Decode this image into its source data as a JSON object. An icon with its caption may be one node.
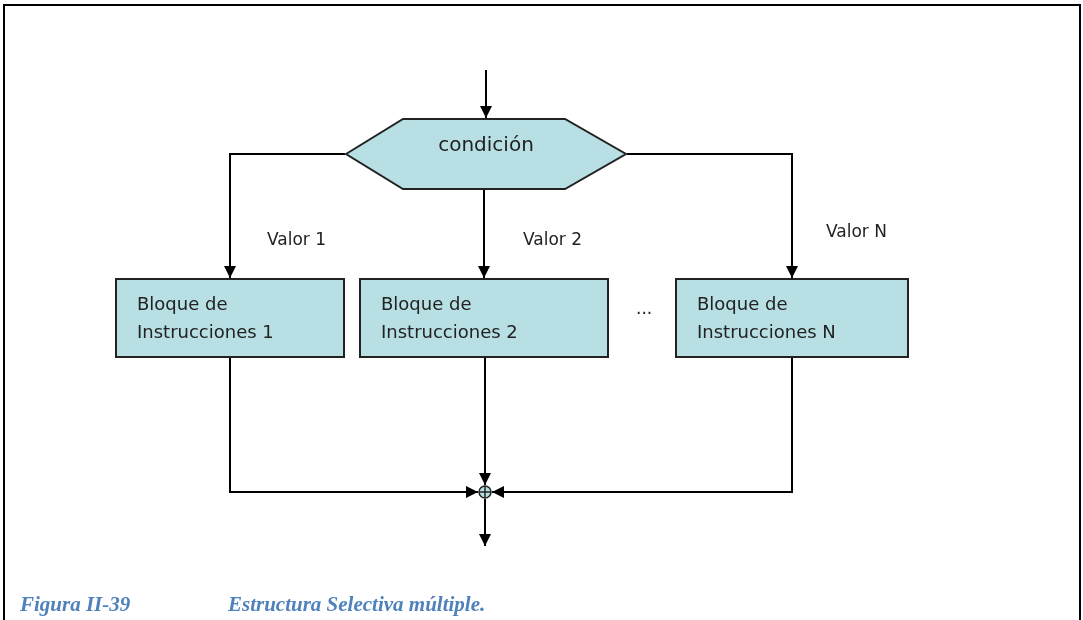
{
  "diagram": {
    "caption": "Estructura Selectiva múltiple.",
    "nodes": [
      {
        "text": [
          "condición"
        ]
      },
      {
        "text": [
          "Bloque de Instrucciones 1"
        ]
      },
      {
        "text": [
          "Bloque de Instrucciones 2"
        ]
      },
      {
        "text": [
          "Bloque de Instrucciones N"
        ]
      },
      {
        "text": [],
        "shape": "circle"
      }
    ],
    "edges": [
      {
        "from": null,
        "to": 0,
        "arrow": "to"
      },
      {
        "from": 0,
        "to": 1,
        "arrow": "to",
        "label": "Valor 1"
      },
      {
        "from": 0,
        "to": 2,
        "arrow": "to",
        "label": "Valor 2"
      },
      {
        "from": 0,
        "to": 3,
        "arrow": "to",
        "label": "Valor N"
      },
      {
        "from": 1,
        "to": 4,
        "arrow": "to"
      },
      {
        "from": 2,
        "to": 4,
        "arrow": "to"
      },
      {
        "from": 3,
        "to": 4,
        "arrow": "to"
      },
      {
        "from": 4,
        "to": null,
        "arrow": "to"
      }
    ],
    "labels": [
      "...",
      "Figura II-39"
    ]
  }
}
